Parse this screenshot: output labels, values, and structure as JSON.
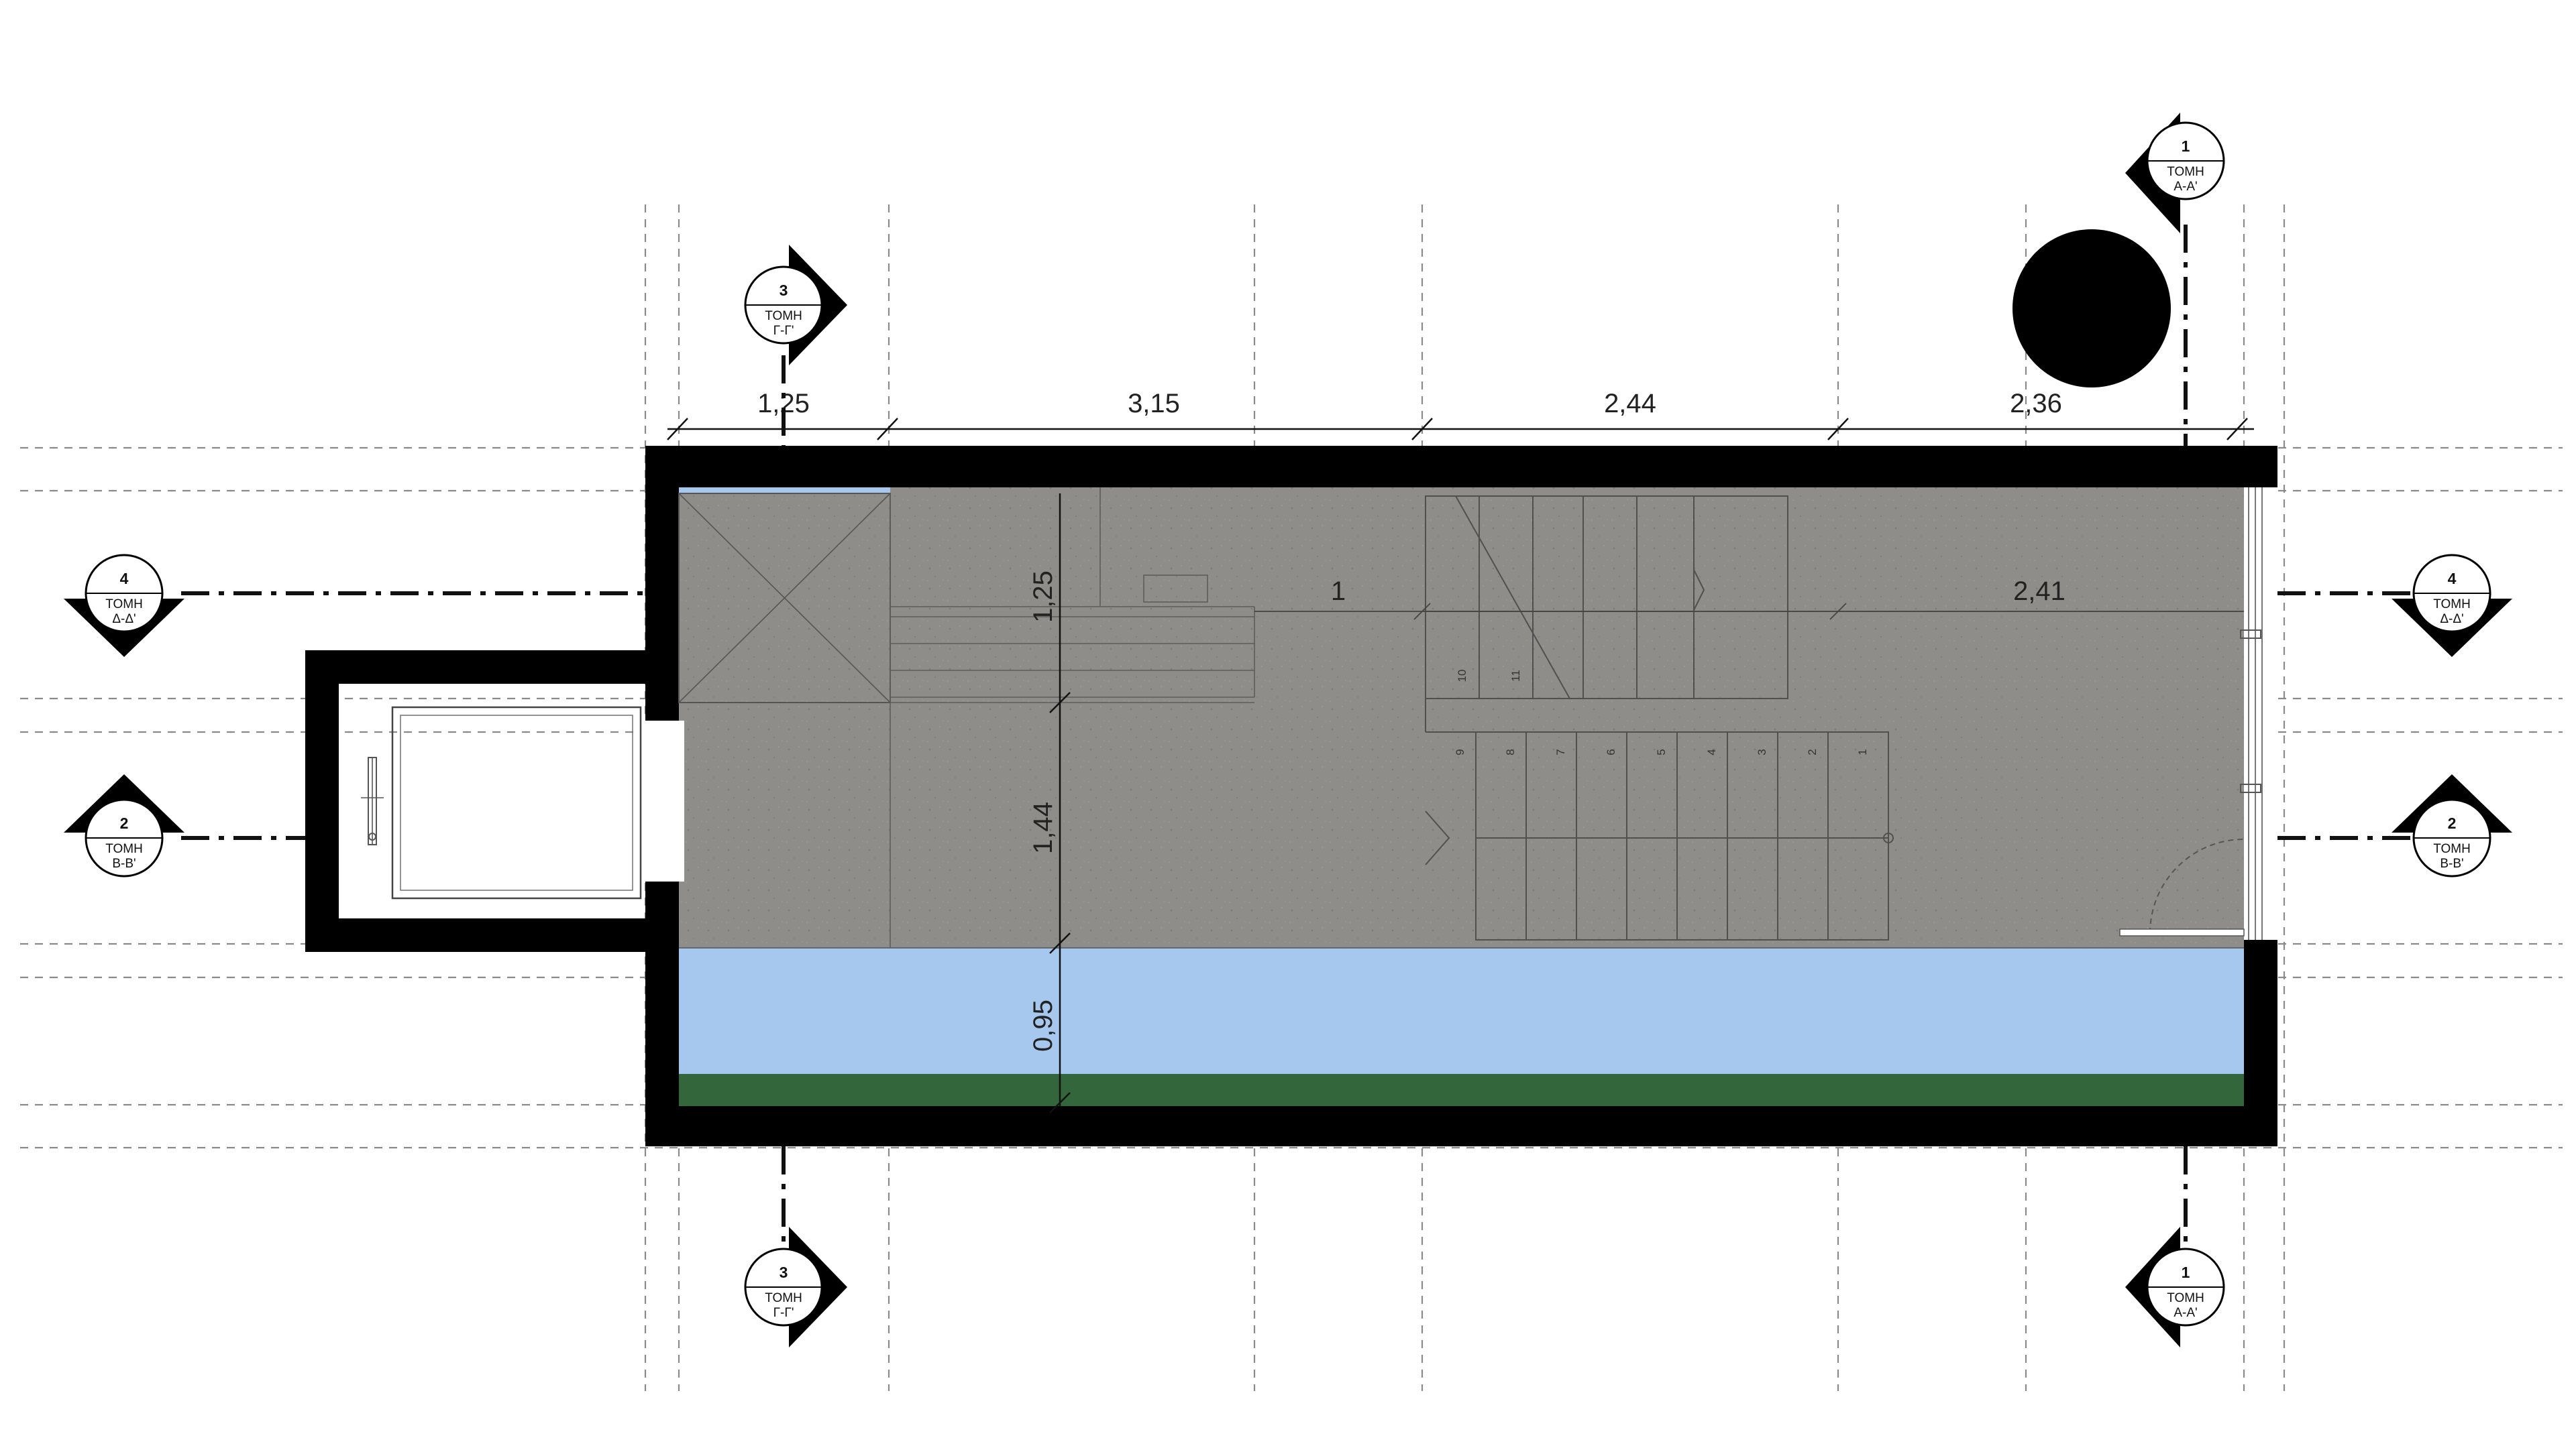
{
  "dimensions": {
    "top": [
      "1,25",
      "3,15",
      "2,44",
      "2,36"
    ],
    "inner_horizontal": [
      "1",
      "2,41"
    ],
    "vertical": [
      "1,25",
      "1,44",
      "0,95"
    ]
  },
  "section_markers": [
    {
      "id": "marker-1-top",
      "number": "1",
      "label": "ΤΟΜΗ",
      "code": "Α-Α'"
    },
    {
      "id": "marker-1-bottom",
      "number": "1",
      "label": "ΤΟΜΗ",
      "code": "Α-Α'"
    },
    {
      "id": "marker-3-top",
      "number": "3",
      "label": "ΤΟΜΗ",
      "code": "Γ-Γ'"
    },
    {
      "id": "marker-3-bottom",
      "number": "3",
      "label": "ΤΟΜΗ",
      "code": "Γ-Γ'"
    },
    {
      "id": "marker-4-left",
      "number": "4",
      "label": "ΤΟΜΗ",
      "code": "Δ-Δ'"
    },
    {
      "id": "marker-4-right",
      "number": "4",
      "label": "ΤΟΜΗ",
      "code": "Δ-Δ'"
    },
    {
      "id": "marker-2-left",
      "number": "2",
      "label": "ΤΟΜΗ",
      "code": "Β-Β'"
    },
    {
      "id": "marker-2-right",
      "number": "2",
      "label": "ΤΟΜΗ",
      "code": "Β-Β'"
    }
  ],
  "stair_steps": {
    "lower_flight": [
      "9",
      "8",
      "7",
      "6",
      "5",
      "4",
      "3",
      "2",
      "1"
    ],
    "upper_flight": [
      "10",
      "11"
    ]
  },
  "colors": {
    "wall": "#000000",
    "floor": "#8f8d8a",
    "water": "#a7c8ee",
    "planting": "#33663a",
    "grid": "#8a8a8a"
  }
}
